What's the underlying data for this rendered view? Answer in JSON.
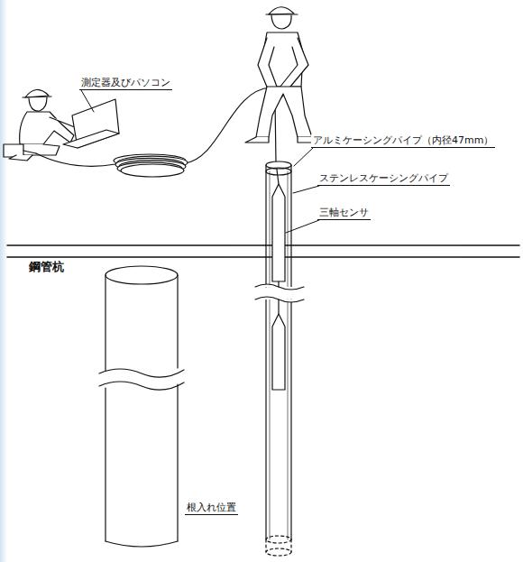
{
  "diagram": {
    "labels": [
      "測定器及びパソコン",
      "アルミケーシングパイプ（内径47mm）",
      "ステンレスケーシングパイプ",
      "三軸センサ",
      "鋼管杭",
      "根入れ位置"
    ]
  }
}
